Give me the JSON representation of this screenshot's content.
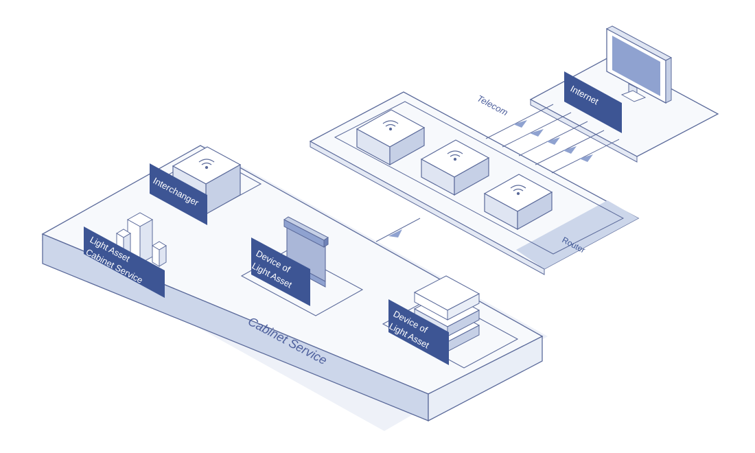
{
  "labels": {
    "telecom": "Telecom",
    "internet": "Internet",
    "router": "Router",
    "interchanger": "Interchanger",
    "light_asset_line1": "Light Asset",
    "light_asset_line2": "Cabinet Service",
    "device_a_line1": "Device of",
    "device_a_line2": "Light Asset",
    "device_b_line1": "Device of",
    "device_b_line2": "Light Asset",
    "cabinet_service": "Cabinet Service"
  },
  "colors": {
    "outline": "#5b6a9a",
    "tag": "#3d5594",
    "tag_text": "#ffffff",
    "band": "#ccd6ea",
    "floor": "#f4f6fb",
    "box_top": "#ffffff",
    "box_side": "#dfe5f2",
    "box_side_dark": "#c6d0e6",
    "accent": "#8fa2d0",
    "label_italic": "#4d5f9c"
  },
  "icons": [
    "wifi-router-icon",
    "server-stack-icon",
    "cabinet-panel-icon",
    "building-icon",
    "monitor-icon"
  ]
}
